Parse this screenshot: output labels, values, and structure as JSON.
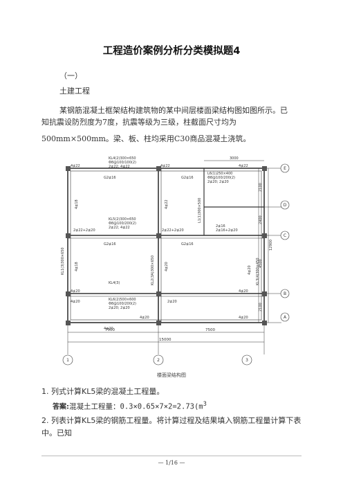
{
  "doc": {
    "title": "工程造价案例分析分类模拟题4",
    "section": "（一）",
    "subsection": "土建工程",
    "para1": "某钢筋混凝土框架结构建筑物的某中间层楼面梁结构图如图所示。已",
    "para2": "知抗震设防烈度为7度，抗震等级为三级，柱截面尺寸均为",
    "para3": "500mm×500mm。梁、板、柱均采用C30商品混凝土浇筑。",
    "caption": "楼面梁结构图",
    "q1": "1. 列式计算KL5梁的混凝土工程量。",
    "a1_label": "答案:",
    "a1_text": "混凝土工程量：0.3×0.65×7×2=2.73(m",
    "a1_sup": "3",
    "q2": "2. 列表计算KL5梁的钢筋工程量。将计算过程及结果填入钢筋工程量计算下表中。已知",
    "page": "— 1/16 —"
  },
  "figure": {
    "axes_h": [
      "1",
      "2",
      "3"
    ],
    "axes_v": [
      "E",
      "D",
      "C",
      "B",
      "A"
    ],
    "dims_bottom": [
      "7500",
      "7500",
      "15000"
    ],
    "dims_right": [
      "2100",
      "2400",
      "4500",
      "2100",
      "12900"
    ],
    "dim_top": "3000",
    "beams": {
      "kl4_top": "KL4(2)300×650",
      "kl4_top_b": "Φ8@100/100(2)",
      "kl4_top_c": "2⊈22; 4⊈22",
      "kl5": "KL5(2)300×650",
      "kl5_b": "Φ8@100/200(2)",
      "kl5_c": "2⊈22; 4⊈22",
      "kl6": "KL6(2)500×600",
      "kl6_b": "Φ8@100/200(2)",
      "kl6_c": "2⊈20; 2⊈20",
      "l6": "L6(1)250×400",
      "l6_b": "Φ8@100/200(2)",
      "l6_c": "2⊈20; 2⊈20",
      "kl4_3": "KL4(3)",
      "kl1": "KL1(3)300×650",
      "kl2": "KL2(3A)300×650",
      "kl3": "KL3(4)300×450",
      "l1": "L1(1)300×500"
    },
    "marks": {
      "g2": "G2⊈16",
      "m4_22": "4⊈22",
      "m4_18": "4⊈18",
      "m4_20": "4⊈20",
      "m2_20": "2⊈20",
      "m2_22x2": "2⊈22+2⊈20",
      "m2_16": "2⊈16",
      "m2_16x2": "2⊈16+2⊈20",
      "m2_22_4": "2⊈22+2⊈20"
    }
  }
}
